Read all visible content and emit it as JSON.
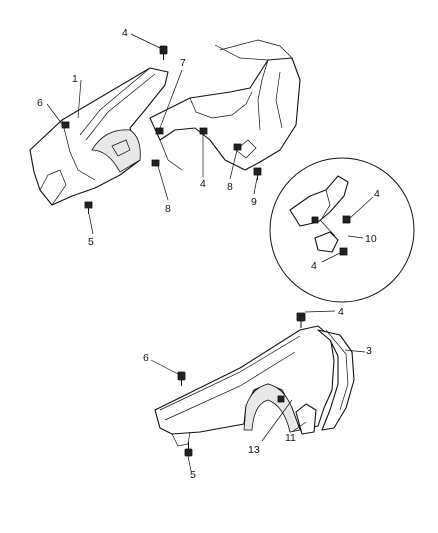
{
  "callouts": {
    "c1": "1",
    "c2": "3",
    "c3": "4",
    "c4": "4",
    "c5": "4",
    "c6": "4",
    "c7": "4",
    "c8": "5",
    "c9": "5",
    "c10": "6",
    "c11": "6",
    "c12": "7",
    "c13": "8",
    "c14": "8",
    "c15": "9",
    "c16": "10",
    "c17": "11",
    "c18": "13"
  },
  "icons": [
    "bolt-icon",
    "clip-icon",
    "nut-icon"
  ],
  "colors": {
    "line": "#111111",
    "background": "#ffffff",
    "shade": "#e8e8e8"
  }
}
